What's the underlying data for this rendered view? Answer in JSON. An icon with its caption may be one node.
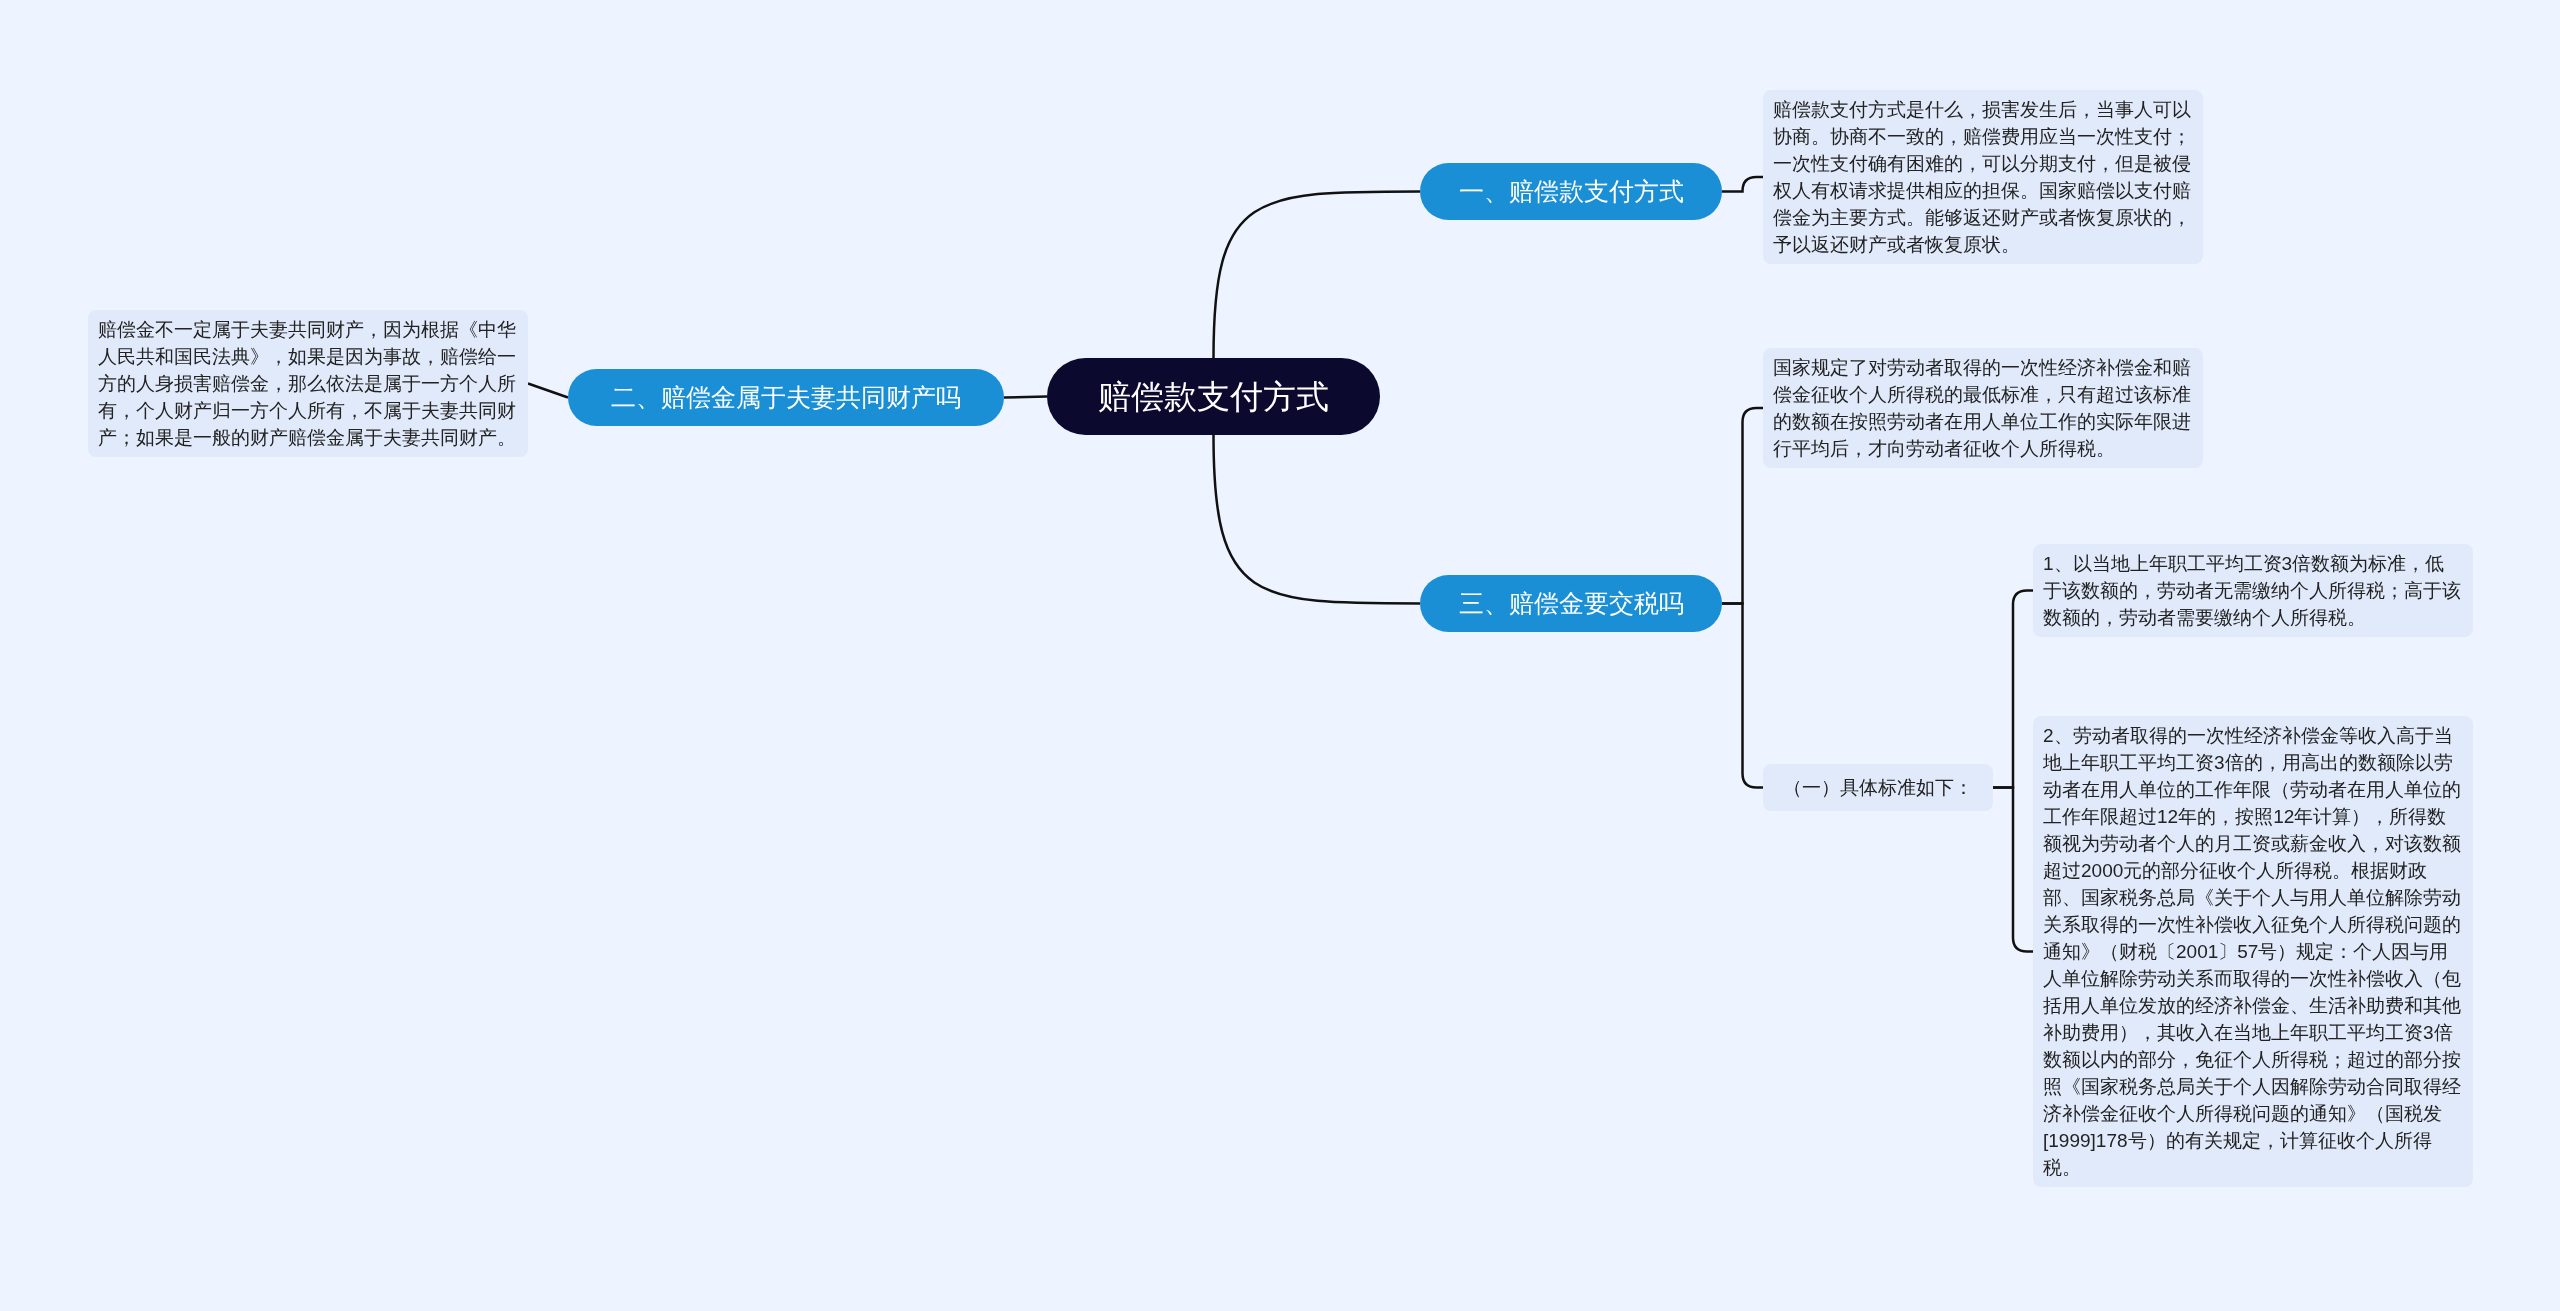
{
  "diagram": {
    "nodes": [
      {
        "text": [
          "赔偿款支付方式"
        ]
      },
      {
        "text": [
          "一、赔偿款支付方式"
        ]
      },
      {
        "text": [
          "赔偿款支付方式是什么，损害发生后，当事人可以协商。协商不一致的，赔偿费用应当一次性支付；一次性支付确有困难的，可以分期支付，但是被侵权人有权请求提供相应的担保。国家赔偿以支付赔偿金为主要方式。能够返还财产或者恢复原状的，予以返还财产或者恢复原状。"
        ]
      },
      {
        "text": [
          "二、赔偿金属于夫妻共同财产吗"
        ]
      },
      {
        "text": [
          "赔偿金不一定属于夫妻共同财产，因为根据《中华人民共和国民法典》，如果是因为事故，赔偿给一方的人身损害赔偿金，那么依法是属于一方个人所有，个人财产归一方个人所有，不属于夫妻共同财产；如果是一般的财产赔偿金属于夫妻共同财产。"
        ]
      },
      {
        "text": [
          "三、赔偿金要交税吗"
        ]
      },
      {
        "text": [
          "国家规定了对劳动者取得的一次性经济补偿金和赔偿金征收个人所得税的最低标准，只有超过该标准的数额在按照劳动者在用人单位工作的实际年限进行平均后，才向劳动者征收个人所得税。"
        ]
      },
      {
        "text": [
          "（一）具体标准如下："
        ]
      },
      {
        "text": [
          "1、以当地上年职工平均工资3倍数额为标准，低于该数额的，劳动者无需缴纳个人所得税；高于该数额的，劳动者需要缴纳个人所得税。"
        ]
      },
      {
        "text": [
          "2、劳动者取得的一次性经济补偿金等收入高于当地上年职工平均工资3倍的，用高出的数额除以劳动者在用人单位的工作年限（劳动者在用人单位的工作年限超过12年的，按照12年计算），所得数额视为劳动者个人的月工资或薪金收入，对该数额超过2000元的部分征收个人所得税。根据财政部、国家税务总局《关于个人与用人单位解除劳动关系取得的一次性补偿收入征免个人所得税问题的通知》（财税〔2001〕57号）规定：个人因与用人单位解除劳动关系而取得的一次性补偿收入（包括用人单位发放的经济补偿金、生活补助费和其他补助费用），其收入在当地上年职工平均工资3倍数额以内的部分，免征个人所得税；超过的部分按照《国家税务总局关于个人因解除劳动合同取得经济补偿金征收个人所得税问题的通知》（国税发[1999]178号）的有关规定，计算征收个人所得税。"
        ]
      }
    ],
    "edges": [
      {
        "from": 0,
        "to": 1,
        "arrow": "none"
      },
      {
        "from": 1,
        "to": 2,
        "arrow": "none"
      },
      {
        "from": 0,
        "to": 3,
        "arrow": "none"
      },
      {
        "from": 3,
        "to": 4,
        "arrow": "none"
      },
      {
        "from": 0,
        "to": 5,
        "arrow": "none"
      },
      {
        "from": 5,
        "to": 6,
        "arrow": "none"
      },
      {
        "from": 5,
        "to": 7,
        "arrow": "none"
      },
      {
        "from": 7,
        "to": 8,
        "arrow": "none"
      },
      {
        "from": 7,
        "to": 9,
        "arrow": "none"
      }
    ]
  }
}
